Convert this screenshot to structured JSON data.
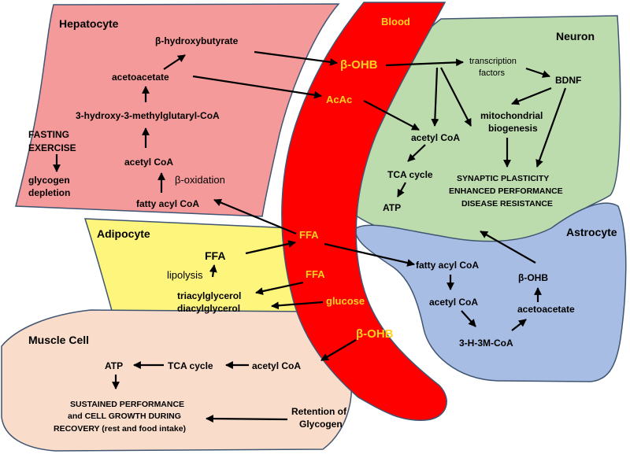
{
  "compartments": {
    "hepatocyte": {
      "title": "Hepatocyte",
      "beta_hydroxybutyrate": "β-hydroxybutyrate",
      "acetoacetate": "acetoacetate",
      "hmg_coa": "3-hydroxy-3-methylglutaryl-CoA",
      "fasting": "FASTING",
      "exercise": "EXERCISE",
      "glycogen": "glycogen",
      "depletion": "depletion",
      "acetyl_coa": "acetyl CoA",
      "beta_oxidation": "β-oxidation",
      "fatty_acyl_coa": "fatty acyl CoA"
    },
    "blood": {
      "title": "Blood",
      "bohb_top": "β-OHB",
      "acac": "AcAc",
      "ffa_mid": "FFA",
      "ffa_low": "FFA",
      "glucose": "glucose",
      "bohb_bottom": "β-OHB"
    },
    "neuron": {
      "title": "Neuron",
      "transcription": "transcription",
      "factors": "factors",
      "bdnf": "BDNF",
      "mito1": "mitochondrial",
      "mito2": "biogenesis",
      "acetyl_coa": "acetyl CoA",
      "tca": "TCA cycle",
      "atp": "ATP",
      "synaptic": "SYNAPTIC PLASTICITY",
      "enhanced": "ENHANCED PERFORMANCE",
      "disease": "DISEASE RESISTANCE"
    },
    "adipocyte": {
      "title": "Adipocyte",
      "ffa": "FFA",
      "lipolysis": "lipolysis",
      "triacylglycerol": "triacylglycerol",
      "diacylglycerol": "diacylglycerol"
    },
    "astrocyte": {
      "title": "Astrocyte",
      "fatty_acyl_coa": "fatty acyl CoA",
      "acetyl_coa": "acetyl CoA",
      "bohb": "β-OHB",
      "acetoacetate": "acetoacetate",
      "h3m_coa": "3-H-3M-CoA"
    },
    "muscle": {
      "title": "Muscle Cell",
      "atp": "ATP",
      "tca": "TCA cycle",
      "acetyl_coa": "acetyl CoA",
      "sustained1": "SUSTAINED PERFORMANCE",
      "sustained2": "and CELL GROWTH DURING",
      "sustained3": "RECOVERY (rest and food intake)",
      "retention1": "Retention of",
      "retention2": "Glycogen"
    }
  },
  "colors": {
    "hepatocyte_fill": "#f59a9a",
    "neuron_fill": "#bcdcae",
    "adipocyte_fill": "#fdf57c",
    "astrocyte_fill": "#a8bde3",
    "muscle_fill": "#f9ddca",
    "blood_fill": "#ff0000",
    "blood_label": "#ffd21f",
    "outline": "#3f5572",
    "arrow": "#000000"
  }
}
